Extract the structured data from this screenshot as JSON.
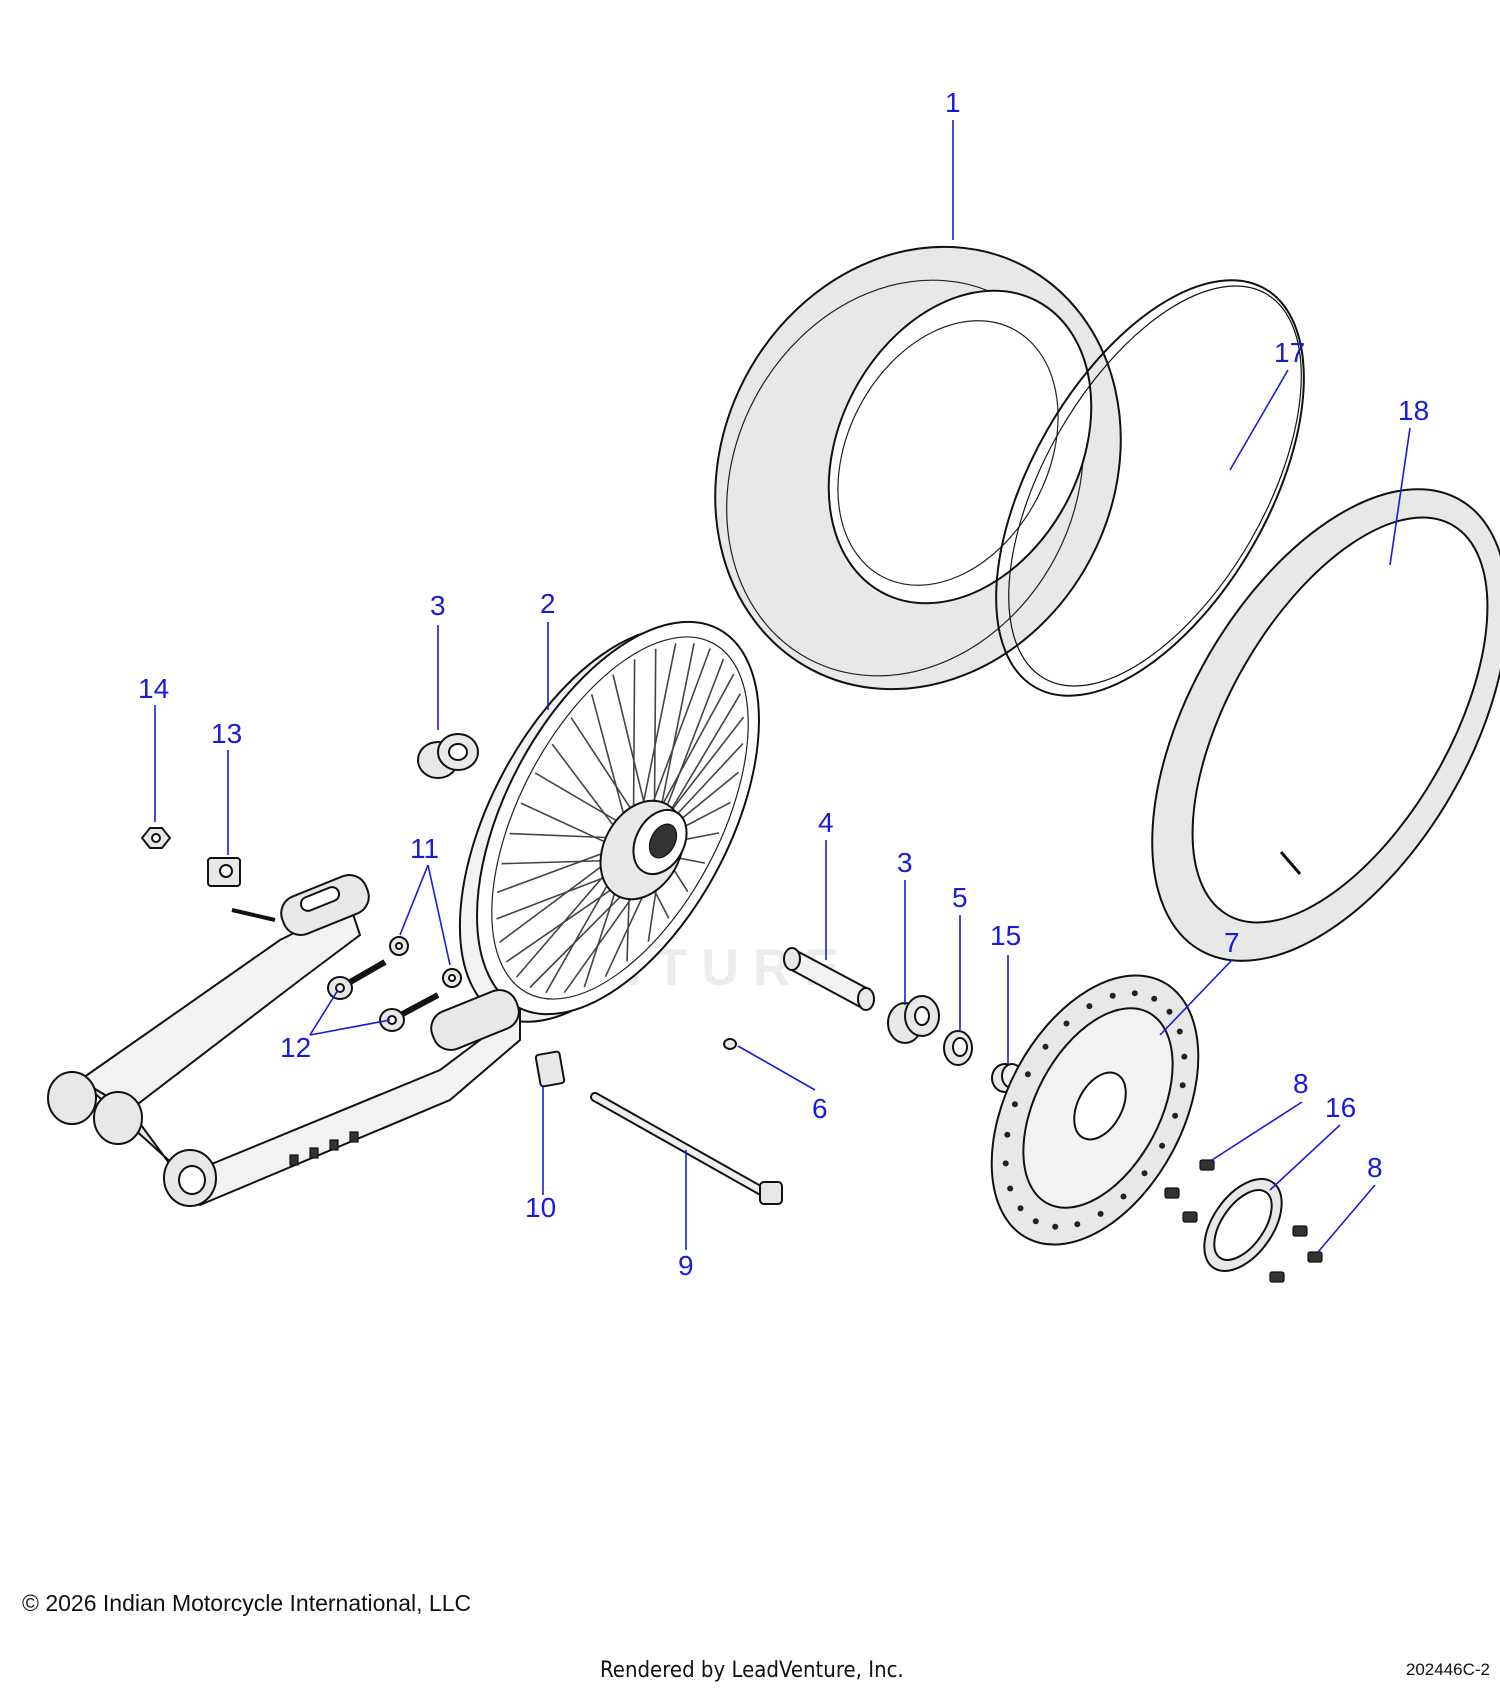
{
  "callouts": {
    "c1": "1",
    "c2": "2",
    "c3a": "3",
    "c3b": "3",
    "c4": "4",
    "c5": "5",
    "c6": "6",
    "c7": "7",
    "c8a": "8",
    "c8b": "8",
    "c9": "9",
    "c10": "10",
    "c11": "11",
    "c12": "12",
    "c13": "13",
    "c14": "14",
    "c15": "15",
    "c16": "16",
    "c17": "17",
    "c18": "18"
  },
  "watermark": "VENTURE",
  "footer": {
    "copyright": "© 2026 Indian Motorcycle International, LLC",
    "rendered_by": "Rendered by LeadVenture, Inc.",
    "diagram_id": "202446C-2"
  },
  "colors": {
    "callout": "#1a1adb",
    "part_fill": "#e8e8e8",
    "outline": "#111111"
  }
}
